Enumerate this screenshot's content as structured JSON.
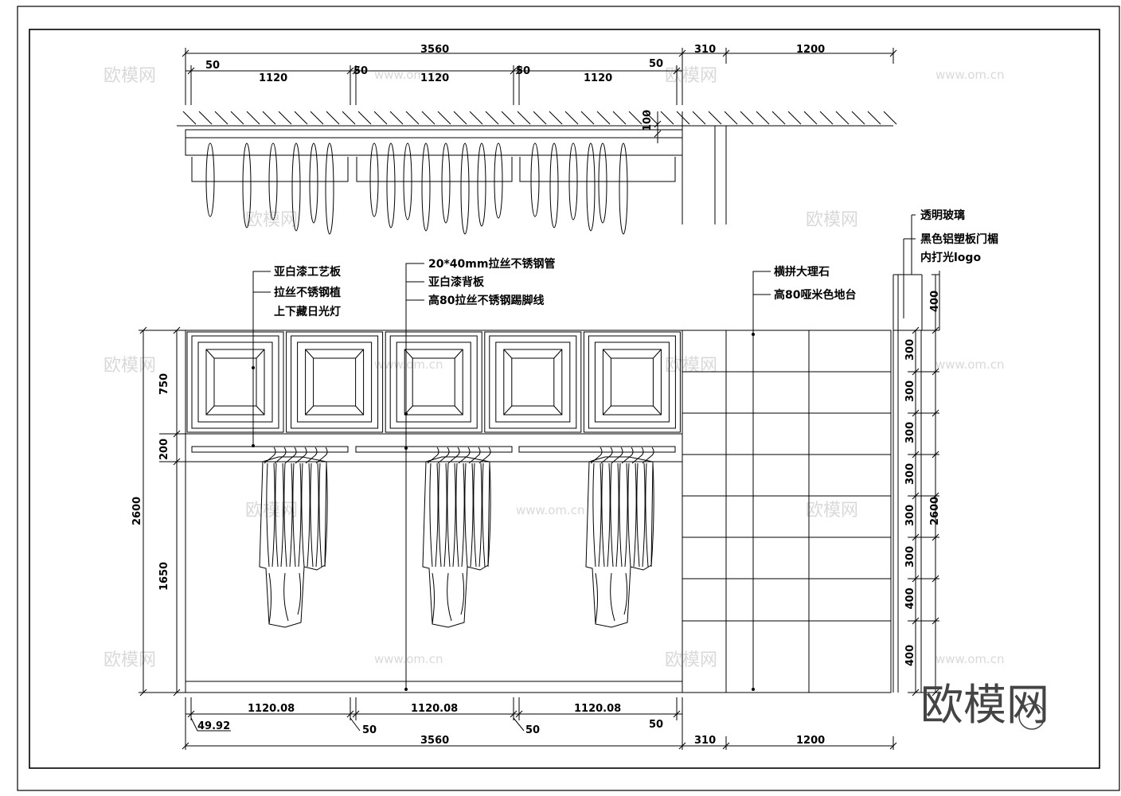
{
  "drawing": {
    "colors": {
      "line": "#000000",
      "watermark": "#d9d9d9",
      "logo": "#444444"
    },
    "top_dims": {
      "overall": "3560",
      "side": "310",
      "right": "1200",
      "gap_left": "50",
      "bay1": "1120",
      "gap2": "50",
      "bay2": "1120",
      "gap3": "50",
      "bay3": "1120",
      "gap_right": "50",
      "ceiling_drop": "100"
    },
    "bottom_dims": {
      "bay1": "1120.08",
      "bay2": "1120.08",
      "bay3": "1120.08",
      "left_gap": "49.92",
      "gap2": "50",
      "gap3": "50",
      "gap_right": "50",
      "overall": "3560",
      "side": "310",
      "right": "1200"
    },
    "left_dims": {
      "panel": "750",
      "shelf": "200",
      "hang": "1650",
      "total": "2600"
    },
    "right_dims": {
      "top": "400",
      "rows": [
        "300",
        "300",
        "300",
        "300",
        "300",
        "300",
        "400",
        "400"
      ],
      "total": "2600"
    },
    "notes_left": [
      "亚白漆工艺板",
      "拉丝不锈钢植",
      "上下藏日光灯"
    ],
    "notes_center": [
      "20*40mm拉丝不锈钢管",
      "亚白漆背板",
      "高80拉丝不锈钢踢脚线"
    ],
    "notes_marble": [
      "横拼大理石",
      "高80哑米色地台"
    ],
    "notes_door": [
      "透明玻璃",
      "黑色铝塑板门楣",
      "内打光logo"
    ],
    "watermark_cn": "欧模网",
    "watermark_url": "www.om.cn",
    "logo_text": "欧模网"
  }
}
